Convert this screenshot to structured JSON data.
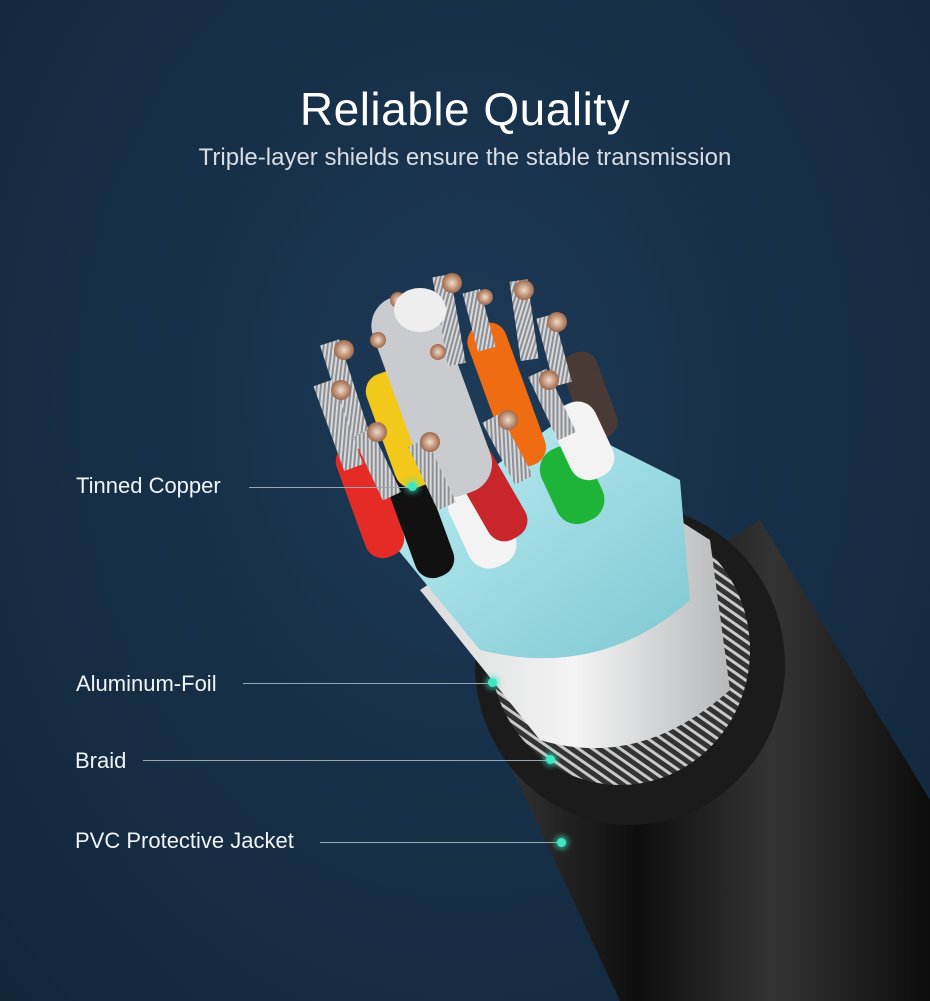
{
  "header": {
    "title": "Reliable Quality",
    "subtitle": "Triple-layer shields ensure the stable transmission"
  },
  "callouts": [
    {
      "label": "Tinned Copper",
      "target": "copper-strands"
    },
    {
      "label": "Aluminum-Foil",
      "target": "foil-shield"
    },
    {
      "label": "Braid",
      "target": "braid-shield"
    },
    {
      "label": "PVC Protective Jacket",
      "target": "outer-jacket"
    }
  ],
  "colors": {
    "background": "#173049",
    "accent_dot": "#3de8c0",
    "leader_line": "#9aa6b2",
    "wire_colors": [
      "#e52b25",
      "#111111",
      "#f3f3f3",
      "#f2c81a",
      "#c8262a",
      "#ef6c12",
      "#1eb43a",
      "#4a3a36",
      "#2aa5e0"
    ]
  }
}
